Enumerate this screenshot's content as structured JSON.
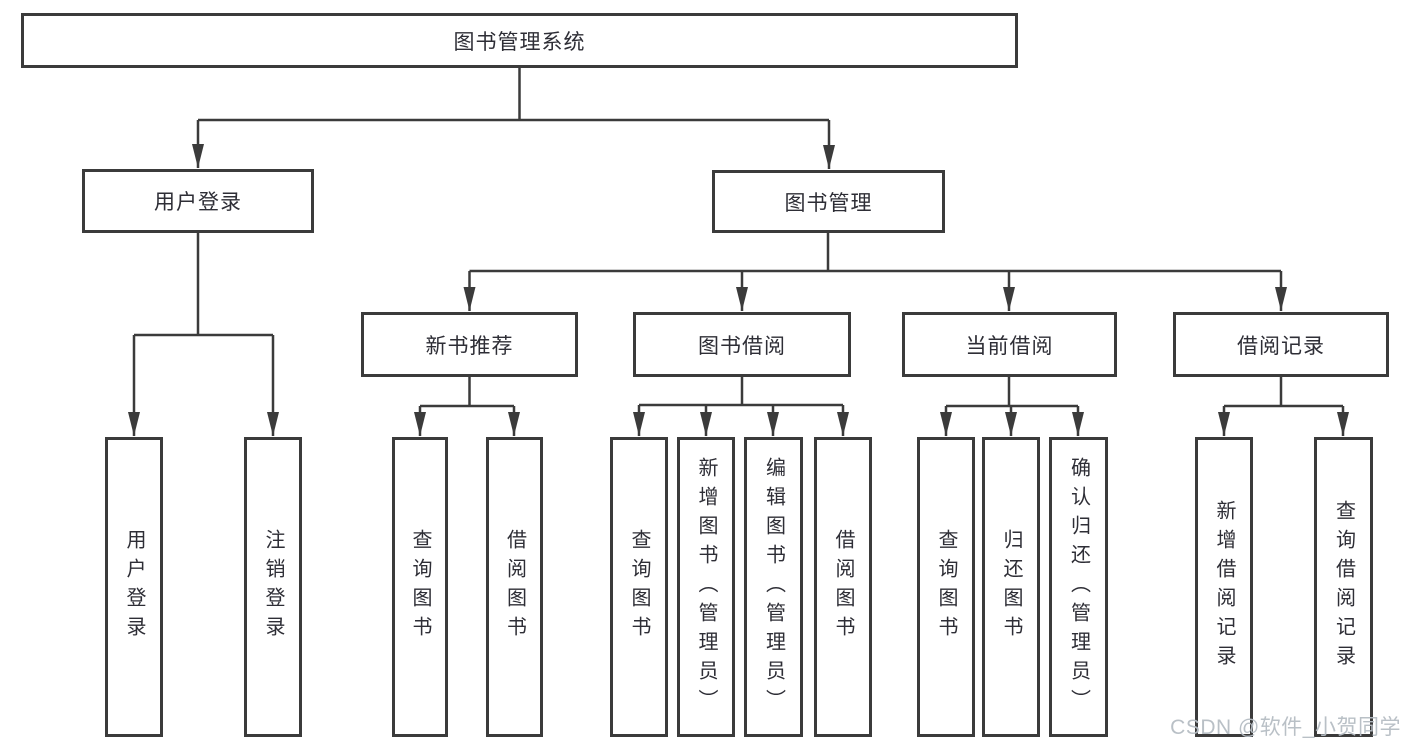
{
  "title": "图书管理系统",
  "tree": {
    "root": {
      "label": "图书管理系统"
    },
    "branches": [
      {
        "label": "用户登录",
        "children": [
          {
            "label": "用户登录"
          },
          {
            "label": "注销登录"
          }
        ]
      },
      {
        "label": "图书管理",
        "children": [
          {
            "label": "新书推荐",
            "children": [
              {
                "label": "查询图书"
              },
              {
                "label": "借阅图书"
              }
            ]
          },
          {
            "label": "图书借阅",
            "children": [
              {
                "label": "查询图书"
              },
              {
                "label": "新增图书（管理员）"
              },
              {
                "label": "编辑图书（管理员）"
              },
              {
                "label": "借阅图书"
              }
            ]
          },
          {
            "label": "当前借阅",
            "children": [
              {
                "label": "查询图书"
              },
              {
                "label": "归还图书"
              },
              {
                "label": "确认归还（管理员）"
              }
            ]
          },
          {
            "label": "借阅记录",
            "children": [
              {
                "label": "新增借阅记录"
              },
              {
                "label": "查询借阅记录"
              }
            ]
          }
        ]
      }
    ]
  },
  "watermark": "CSDN @软件_小贺同学",
  "colors": {
    "line": "#3b3b3b",
    "box_border": "#3b3b3b",
    "text": "#2e2e36",
    "background": "#ffffff",
    "watermark": "#b6bdc4"
  }
}
